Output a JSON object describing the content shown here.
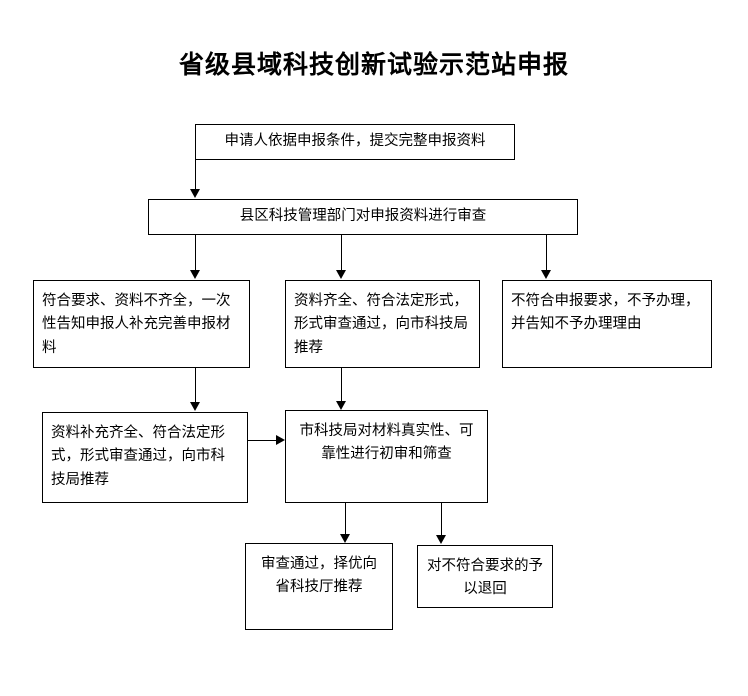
{
  "chart_data": {
    "type": "diagram",
    "title": "省级县域科技创新试验示范站申报",
    "nodes": [
      {
        "id": "n1",
        "text": "申请人依据申报条件，提交完整申报资料"
      },
      {
        "id": "n2",
        "text": "县区科技管理部门对申报资料进行审查"
      },
      {
        "id": "n3",
        "text": "符合要求、资料不齐全，一次性告知申报人补充完善申报材料"
      },
      {
        "id": "n4",
        "text": "资料齐全、符合法定形式，形式审查通过，向市科技局推荐"
      },
      {
        "id": "n5",
        "text": "不符合申报要求，不予办理，并告知不予办理理由"
      },
      {
        "id": "n6",
        "text": "资料补充齐全、符合法定形式，形式审查通过，向市科技局推荐"
      },
      {
        "id": "n7",
        "text": "市科技局对材料真实性、可靠性进行初审和筛查"
      },
      {
        "id": "n8",
        "text": "审查通过，择优向省科技厅推荐"
      },
      {
        "id": "n9",
        "text": "对不符合要求的予以退回"
      }
    ],
    "edges": [
      {
        "from": "n1",
        "to": "n2",
        "direction": "down"
      },
      {
        "from": "n2",
        "to": "n3",
        "direction": "down"
      },
      {
        "from": "n2",
        "to": "n4",
        "direction": "down"
      },
      {
        "from": "n2",
        "to": "n5",
        "direction": "down"
      },
      {
        "from": "n3",
        "to": "n6",
        "direction": "down"
      },
      {
        "from": "n4",
        "to": "n7",
        "direction": "down"
      },
      {
        "from": "n6",
        "to": "n7",
        "direction": "right"
      },
      {
        "from": "n7",
        "to": "n8",
        "direction": "down"
      },
      {
        "from": "n7",
        "to": "n9",
        "direction": "down"
      }
    ],
    "line_color": "#000000",
    "box_fill": "#ffffff",
    "background": "#ffffff"
  },
  "page": {
    "title": "省级县域科技创新试验示范站申报",
    "nodes": {
      "apply": "申请人依据申报条件，提交完整申报资料",
      "review": "县区科技管理部门对申报资料进行审查",
      "incomplete": "符合要求、资料不齐全，一次性告知申报人补充完善申报材料",
      "complete": "资料齐全、符合法定形式，形式审查通过，向市科技局推荐",
      "rejected": "不符合申报要求，不予办理，并告知不予办理理由",
      "supplemented": "资料补充齐全、符合法定形式，形式审查通过，向市科技局推荐",
      "city_check": "市科技局对材料真实性、可靠性进行初审和筛查",
      "passed": "审查通过，择优向省科技厅推荐",
      "returned": "对不符合要求的予以退回"
    }
  }
}
